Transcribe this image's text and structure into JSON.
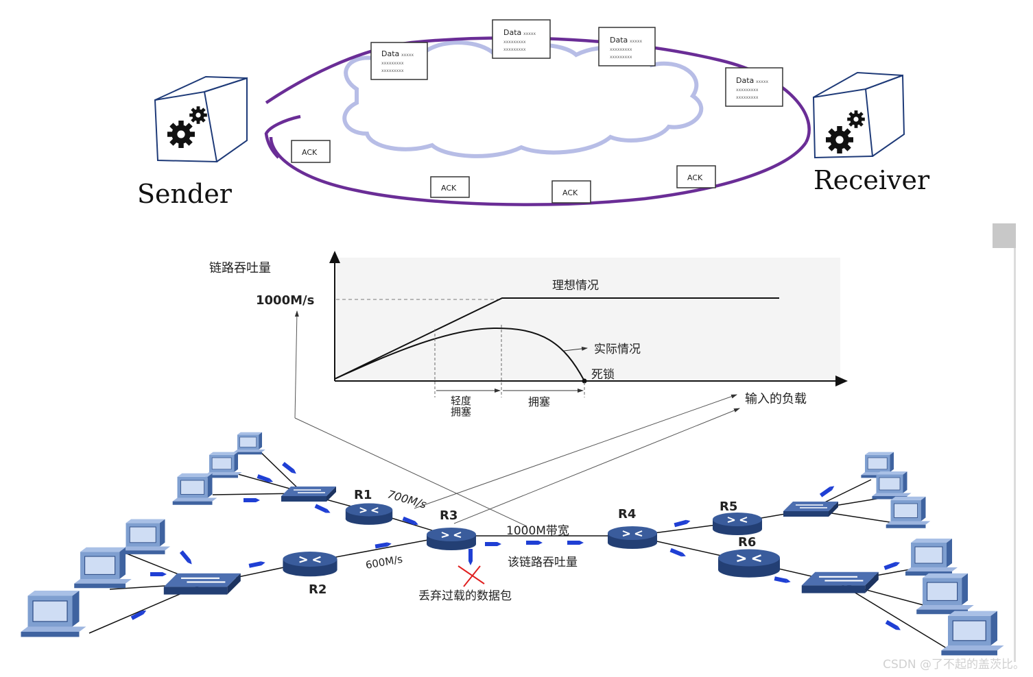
{
  "top": {
    "sender_label": "Sender",
    "receiver_label": "Receiver",
    "data_packet_label": "Data",
    "data_packet_filler": "xxxxx",
    "data_packet_filler_line": "xxxxxxxxx",
    "ack_label": "ACK"
  },
  "chart": {
    "y_axis_label": "链路吞吐量",
    "y_tick_label": "1000M/s",
    "x_axis_label": "输入的负载",
    "ideal_label": "理想情况",
    "actual_label": "实际情况",
    "deadlock_label": "死锁",
    "light_congestion_label_1": "轻度",
    "light_congestion_label_2": "拥塞",
    "congestion_label": "拥塞"
  },
  "network": {
    "routers": [
      "R1",
      "R2",
      "R3",
      "R4",
      "R5",
      "R6"
    ],
    "link_r1_r3": "700M/s",
    "link_r2_r3": "600M/s",
    "link_r3_r4": "1000M带宽",
    "link_throughput": "该链路吞吐量",
    "drop_label": "丢弃过载的数据包"
  },
  "colors": {
    "loop": "#6a2d96",
    "cloud": "#b7bde6",
    "router": "#2f4d86",
    "monitor": "#7f9fd0",
    "packet": "#1f3fd4"
  },
  "watermark": "CSDN @了不起的盖茨比。"
}
